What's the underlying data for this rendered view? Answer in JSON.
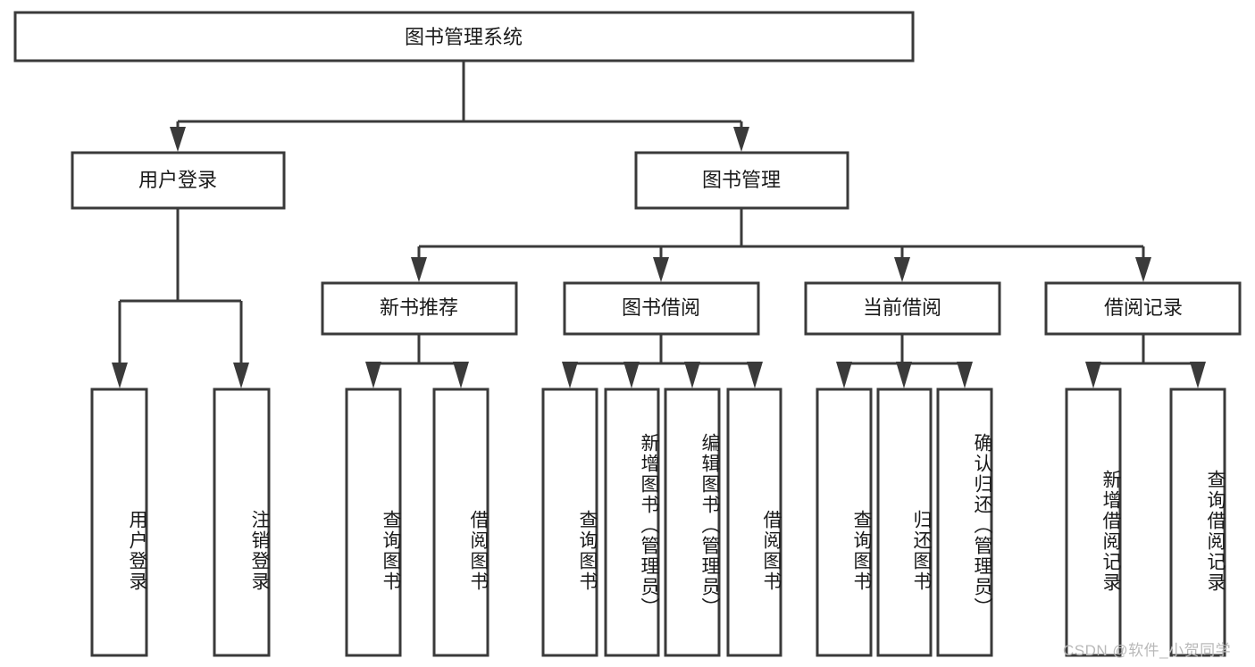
{
  "diagram": {
    "type": "tree-hierarchy",
    "title": "图书管理系统",
    "orientation": "top-down",
    "colors": {
      "box_stroke": "#3a3a3a",
      "box_fill": "#ffffff",
      "text": "#1a1a1a",
      "background": "#ffffff",
      "watermark": "#b9b9b9"
    },
    "root": {
      "label": "图书管理系统"
    },
    "level2": [
      {
        "label": "用户登录"
      },
      {
        "label": "图书管理"
      }
    ],
    "level3": [
      {
        "label": "新书推荐"
      },
      {
        "label": "图书借阅"
      },
      {
        "label": "当前借阅"
      },
      {
        "label": "借阅记录"
      }
    ],
    "leaves": {
      "user_login": [
        {
          "label": "用户登录"
        },
        {
          "label": "注销登录"
        }
      ],
      "new_book": [
        {
          "label": "查询图书"
        },
        {
          "label": "借阅图书"
        }
      ],
      "book_borrow": [
        {
          "label": "查询图书"
        },
        {
          "label": "新增图书（管理员）"
        },
        {
          "label": "编辑图书（管理员）"
        },
        {
          "label": "借阅图书"
        }
      ],
      "current_borrow": [
        {
          "label": "查询图书"
        },
        {
          "label": "归还图书"
        },
        {
          "label": "确认归还（管理员）"
        }
      ],
      "borrow_record": [
        {
          "label": "新增借阅记录"
        },
        {
          "label": "查询借阅记录"
        }
      ]
    }
  },
  "watermark": {
    "text": "CSDN @软件_小贺同学"
  }
}
